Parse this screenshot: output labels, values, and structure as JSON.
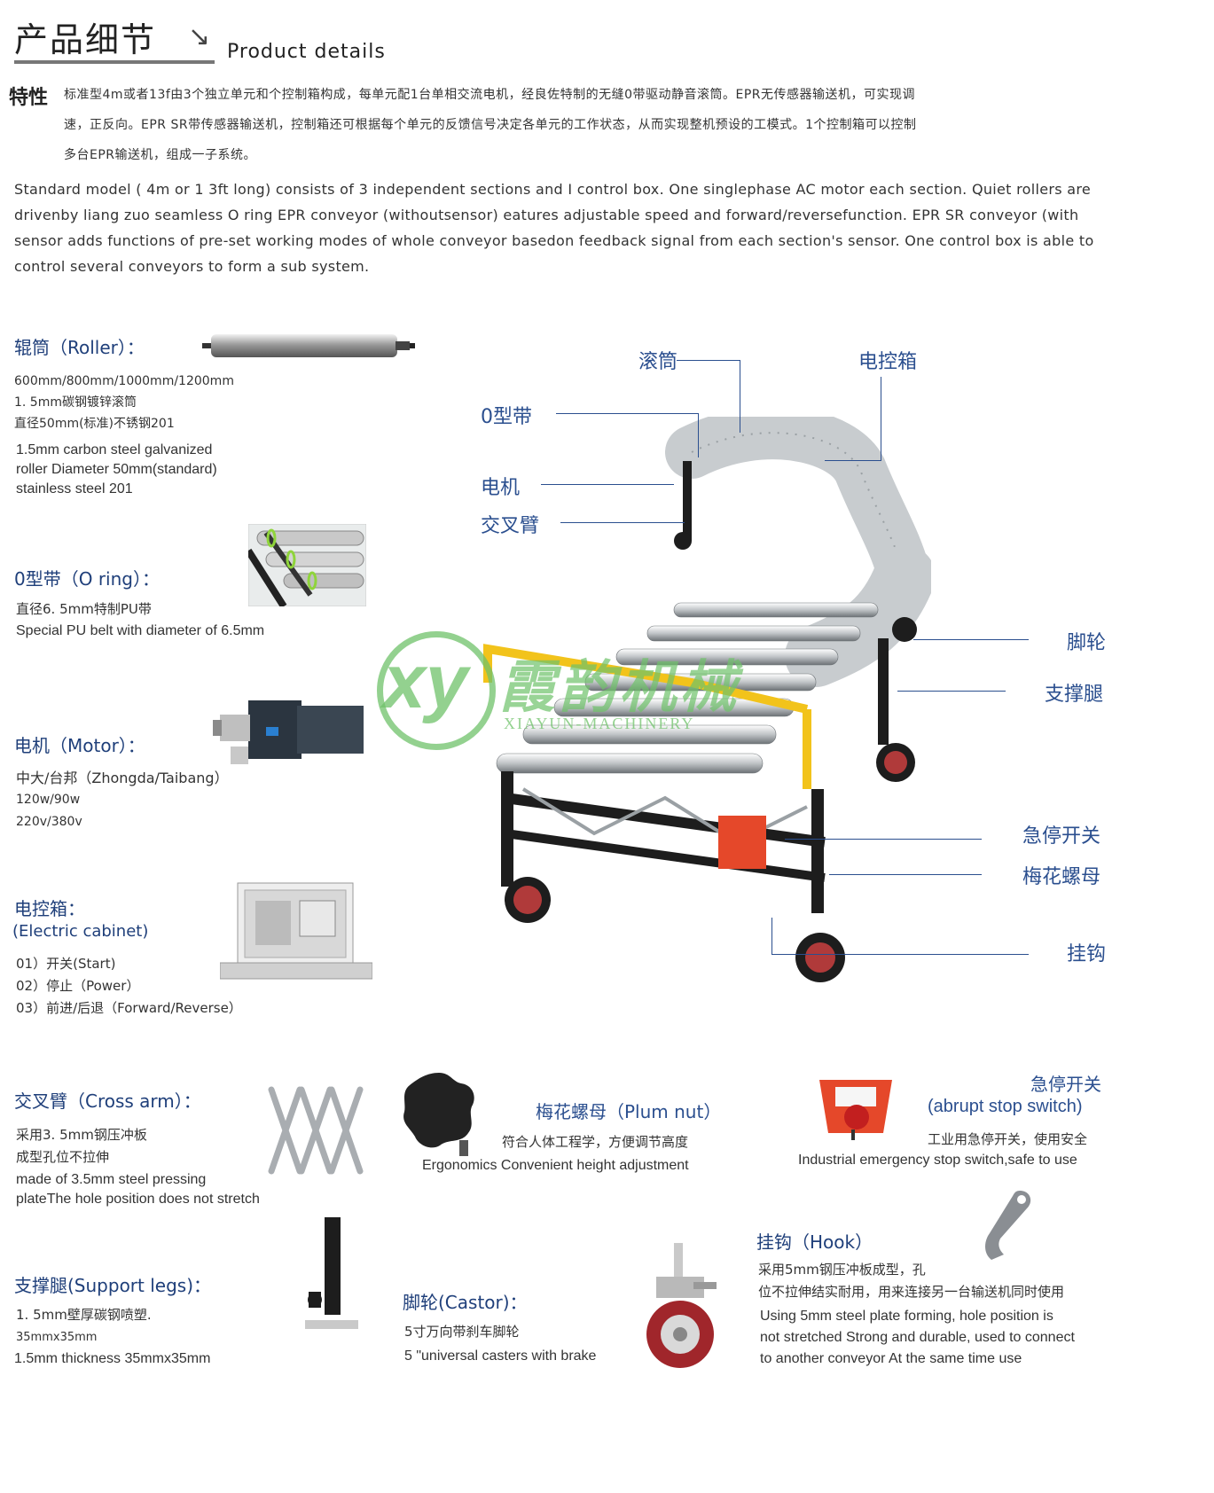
{
  "header": {
    "title_cn": "产品细节",
    "arrow": "↘",
    "title_en": "Product details"
  },
  "features": {
    "label": "特性",
    "cn_lines": [
      "标准型4m或者13f由3个独立单元和个控制箱构成，每单元配1台单相交流电机，经良佐特制的无缝0带驱动静音滚筒。EPR无传感器输送机，可实现调",
      "速，正反向。EPR SR带传感器输送机，控制箱还可根据每个单元的反馈信号决定各单元的工作状态，从而实现整机预设的工模式。1个控制箱可以控制",
      "多台EPR输送机，组成一子系统。"
    ],
    "en_lines": [
      "Standard model ( 4m or 1 3ft long) consists of 3 independent sections and I control box. One singlephase AC motor each section. Quiet rollers are",
      "drivenby liang zuo seamless O ring EPR conveyor (withoutsensor) eatures adjustable speed and  forward/reversefunction. EPR SR conveyor (with",
      "sensor adds functions of pre-set working modes of whole conveyor basedon feedback signal from each section's sensor. One control box is able to",
      "control several conveyors to form a sub system."
    ]
  },
  "left": {
    "roller": {
      "title": "辊筒（Roller）：",
      "lines": [
        "600mm/800mm/1000mm/1200mm",
        "1. 5mm碳钢镀锌滚筒",
        "直径50mm(标准)不锈钢201"
      ],
      "en": [
        "1.5mm carbon steel galvanized",
        "roller Diameter 50mm(standard)",
        "stainless steel 201"
      ]
    },
    "oring": {
      "title": "0型带（O ring）：",
      "lines": [
        "直径6. 5mm特制PU带"
      ],
      "en": [
        "Special PU belt with diameter of 6.5mm"
      ]
    },
    "motor": {
      "title": "电机（Motor）：",
      "lines": [
        "中大/台邦（Zhongda/Taibang）",
        "120w/90w",
        "220v/380v"
      ]
    },
    "cabinet": {
      "title": "电控箱：",
      "subtitle": "(Electric cabinet)",
      "lines": [
        "01）开关(Start)",
        "02）停止（Power）",
        "03）前进/后退（Forward/Reverse）"
      ]
    }
  },
  "callouts": {
    "roller": "滚筒",
    "cabinet": "电控箱",
    "oring": "0型带",
    "motor": "电机",
    "crossarm": "交叉臂",
    "castor": "脚轮",
    "legs": "支撑腿",
    "estop": "急停开关",
    "plumnut": "梅花螺母",
    "hook": "挂钩"
  },
  "watermark": {
    "logo": "xy",
    "brand_cn": "霞韵机械",
    "brand_en": "XIAYUN-MACHINERY"
  },
  "bottom": {
    "crossarm": {
      "title": "交叉臂（Cross arm）：",
      "lines": [
        "采用3. 5mm钢压冲板",
        "成型孔位不拉伸"
      ],
      "en": [
        "made of 3.5mm steel pressing",
        "plateThe hole position does not stretch"
      ]
    },
    "plumnut": {
      "title": "梅花螺母（Plum nut）",
      "line": "符合人体工程学，方便调节高度",
      "en": "Ergonomics Convenient height adjustment"
    },
    "estop": {
      "title": "急停开关",
      "subtitle": "(abrupt stop switch)",
      "line": "工业用急停开关，使用安全",
      "en": "Industrial emergency stop switch,safe to use"
    },
    "legs": {
      "title": "支撑腿(Support legs)：",
      "lines": [
        "1. 5mm壁厚碳钢喷塑.",
        "35mmx35mm"
      ],
      "en": [
        "1.5mm thickness 35mmx35mm"
      ]
    },
    "castor": {
      "title": "脚轮(Castor)：",
      "line": "5寸万向带刹车脚轮",
      "en": "5 \"universal casters with brake"
    },
    "hook": {
      "title": "挂钩（Hook）",
      "lines": [
        "采用5mm钢压冲板成型，孔",
        "位不拉伸结实耐用，用来连接另一台输送机同时使用"
      ],
      "en": [
        "Using 5mm steel plate forming, hole position is",
        "not stretched Strong and durable, used to connect",
        "to another conveyor At the same time use"
      ]
    }
  },
  "colors": {
    "accent_blue": "#2b4f8f",
    "watermark_green": "#6fc26a",
    "frame_yellow": "#f2c31b",
    "estop_red": "#e5482a"
  }
}
